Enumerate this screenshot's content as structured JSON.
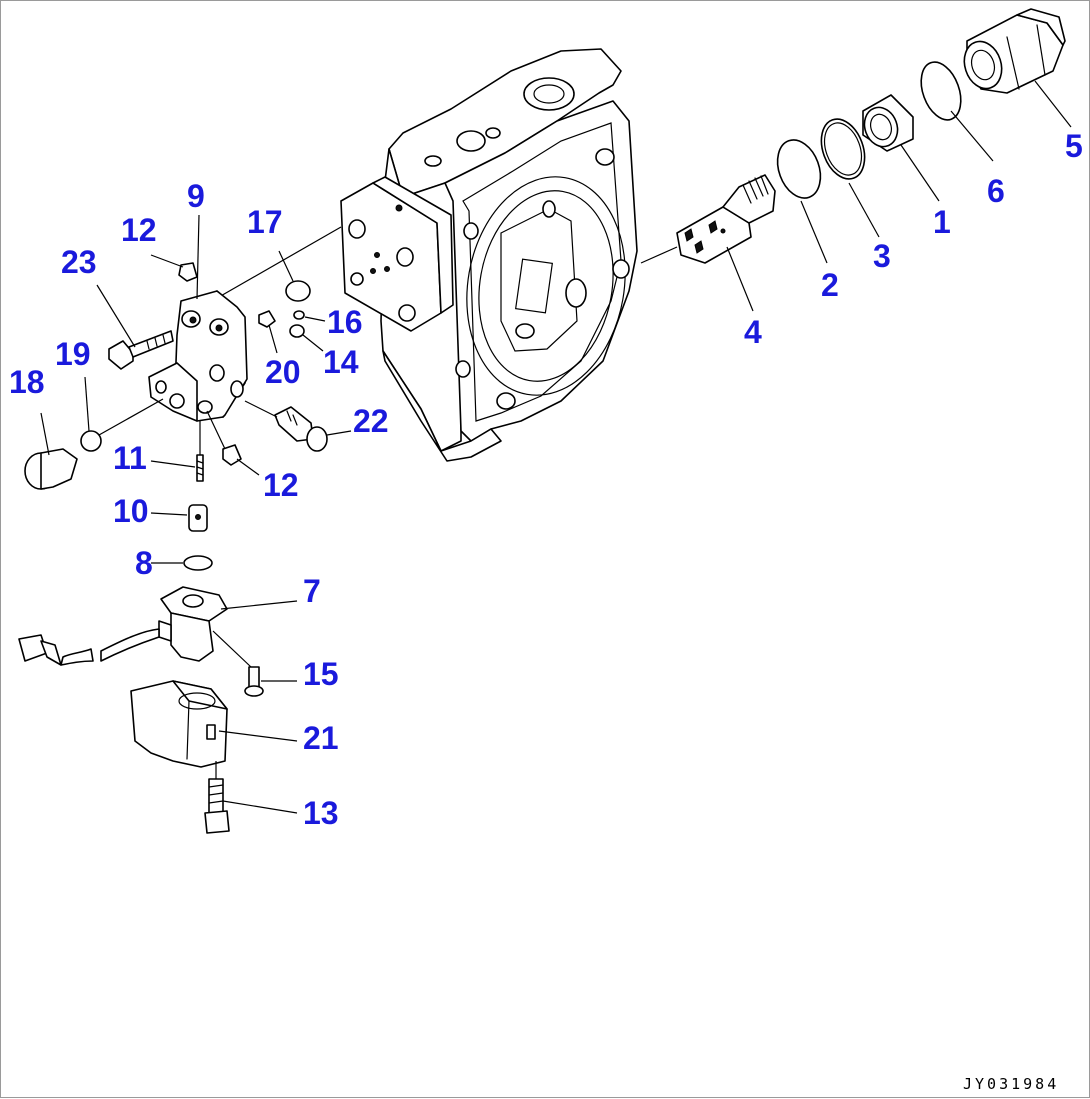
{
  "diagram": {
    "labels": [
      {
        "id": "1",
        "text": "1"
      },
      {
        "id": "2",
        "text": "2"
      },
      {
        "id": "3",
        "text": "3"
      },
      {
        "id": "4",
        "text": "4"
      },
      {
        "id": "5",
        "text": "5"
      },
      {
        "id": "6",
        "text": "6"
      },
      {
        "id": "7",
        "text": "7"
      },
      {
        "id": "8",
        "text": "8"
      },
      {
        "id": "9",
        "text": "9"
      },
      {
        "id": "10",
        "text": "10"
      },
      {
        "id": "11",
        "text": "11"
      },
      {
        "id": "12a",
        "text": "12"
      },
      {
        "id": "12b",
        "text": "12"
      },
      {
        "id": "13",
        "text": "13"
      },
      {
        "id": "14",
        "text": "14"
      },
      {
        "id": "15",
        "text": "15"
      },
      {
        "id": "16",
        "text": "16"
      },
      {
        "id": "17",
        "text": "17"
      },
      {
        "id": "18",
        "text": "18"
      },
      {
        "id": "19",
        "text": "19"
      },
      {
        "id": "20",
        "text": "20"
      },
      {
        "id": "21",
        "text": "21"
      },
      {
        "id": "22",
        "text": "22"
      },
      {
        "id": "23",
        "text": "23"
      }
    ],
    "drawing_number": "JY031984"
  }
}
